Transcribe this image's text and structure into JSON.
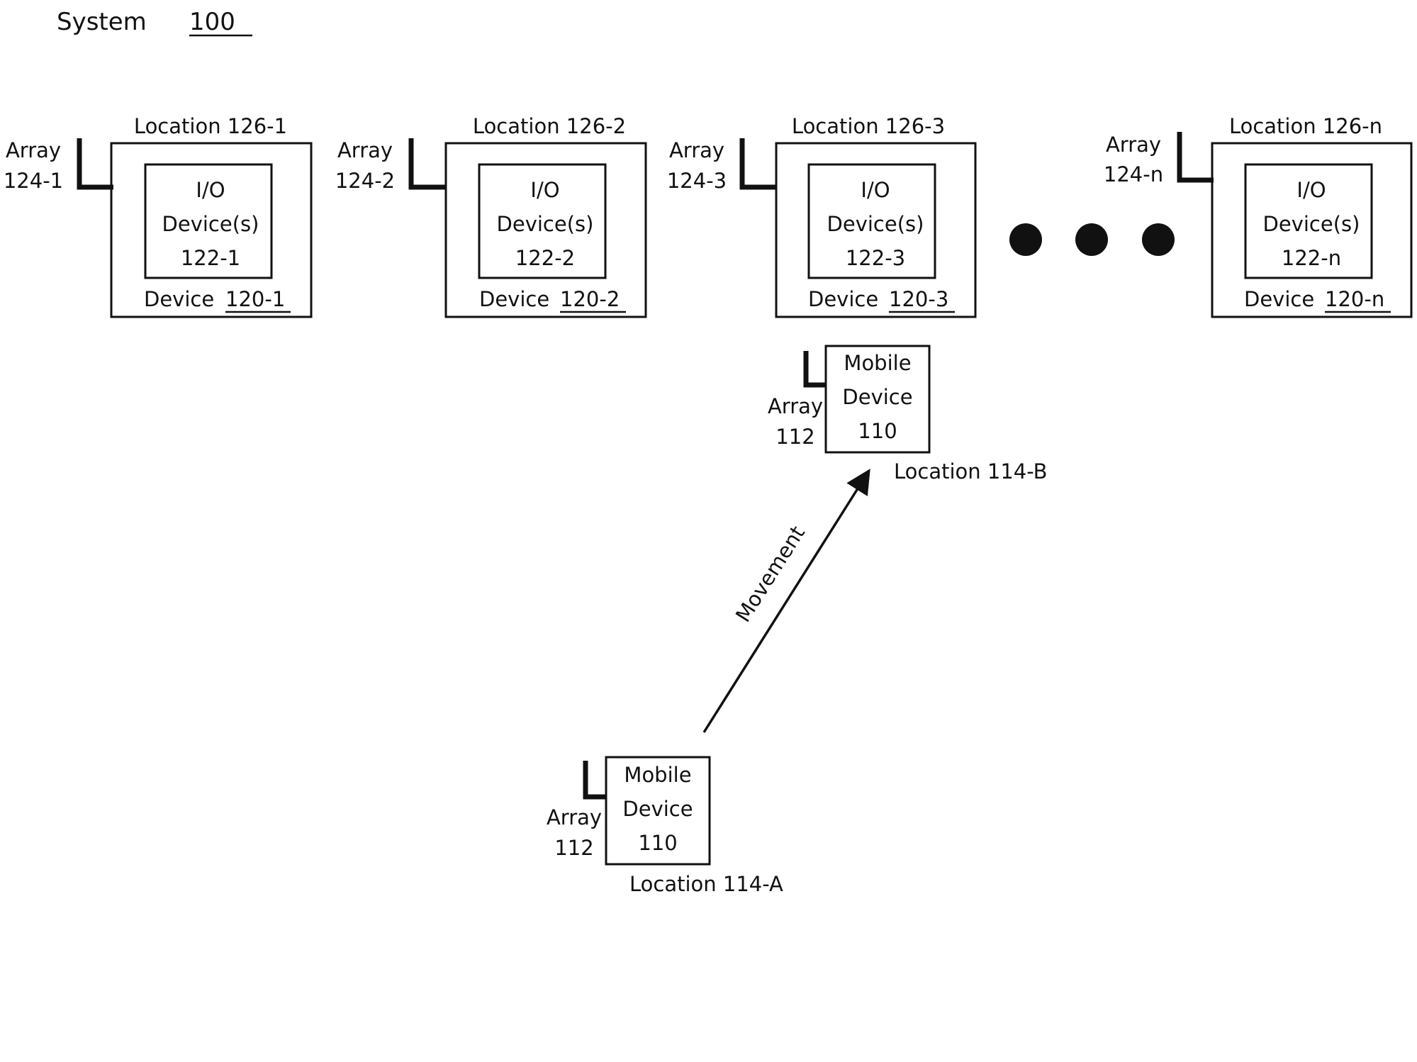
{
  "figure": {
    "title_prefix": "System",
    "title_ref": "100"
  },
  "devices": [
    {
      "location": "Location 126-1",
      "array_line1": "Array",
      "array_line2": "124-1",
      "io_line1": "I/O",
      "io_line2": "Device(s)",
      "io_line3": "122-1",
      "device_prefix": "Device",
      "device_ref": "120-1"
    },
    {
      "location": "Location 126-2",
      "array_line1": "Array",
      "array_line2": "124-2",
      "io_line1": "I/O",
      "io_line2": "Device(s)",
      "io_line3": "122-2",
      "device_prefix": "Device",
      "device_ref": "120-2"
    },
    {
      "location": "Location 126-3",
      "array_line1": "Array",
      "array_line2": "124-3",
      "io_line1": "I/O",
      "io_line2": "Device(s)",
      "io_line3": "122-3",
      "device_prefix": "Device",
      "device_ref": "120-3"
    },
    {
      "location": "Location 126-n",
      "array_line1": "Array",
      "array_line2": "124-n",
      "io_line1": "I/O",
      "io_line2": "Device(s)",
      "io_line3": "122-n",
      "device_prefix": "Device",
      "device_ref": "120-n"
    }
  ],
  "mobile_b": {
    "line1": "Mobile",
    "line2": "Device",
    "line3": "110",
    "array_line1": "Array",
    "array_line2": "112",
    "location": "Location 114-B"
  },
  "mobile_a": {
    "line1": "Mobile",
    "line2": "Device",
    "line3": "110",
    "array_line1": "Array",
    "array_line2": "112",
    "location": "Location 114-A"
  },
  "movement_label": "Movement"
}
